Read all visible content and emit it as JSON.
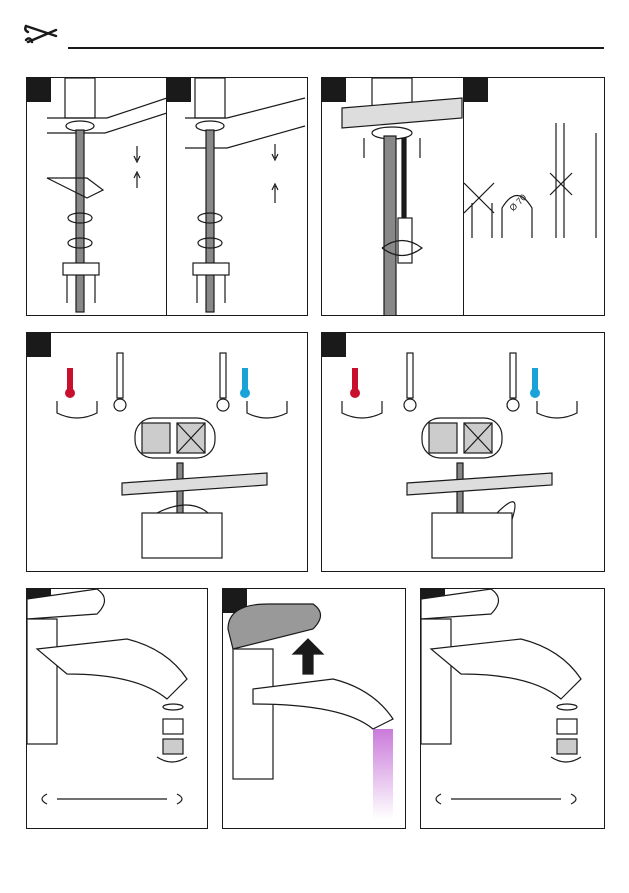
{
  "header": {
    "icon": "tools-icon"
  },
  "panels": [
    {
      "id": "panel-1",
      "step": ""
    },
    {
      "id": "panel-2",
      "step": ""
    },
    {
      "id": "panel-3",
      "step": ""
    },
    {
      "id": "panel-4",
      "step": ""
    },
    {
      "id": "panel-5",
      "step": ""
    },
    {
      "id": "panel-6",
      "step": ""
    },
    {
      "id": "panel-7",
      "step": ""
    },
    {
      "id": "panel-8",
      "step": ""
    },
    {
      "id": "panel-9",
      "step": ""
    }
  ],
  "labels": {
    "hose_diameter": "Ø 70"
  },
  "colors": {
    "hot": "#c8102e",
    "cold": "#1aa3d9",
    "water": "#c46bd6"
  }
}
